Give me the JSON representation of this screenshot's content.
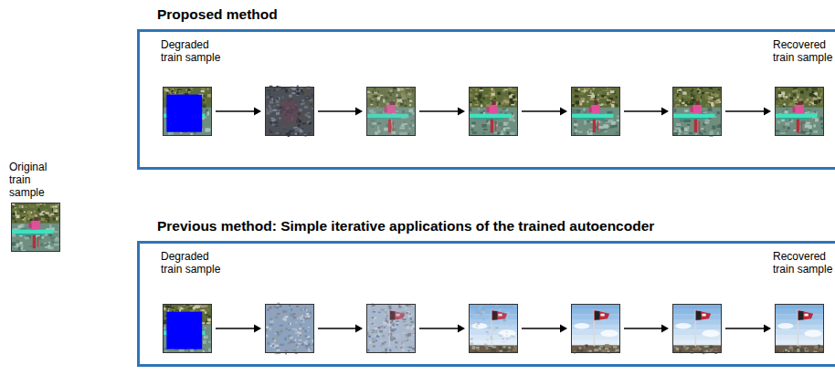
{
  "diagram": {
    "nodes": [
      {
        "text": [
          "Original train sample"
        ]
      },
      {
        "text": [
          "Proposed method"
        ]
      },
      {
        "text": [
          "Degraded train sample"
        ],
        "in": 1
      },
      {
        "text": [
          "Recovered train sample"
        ],
        "in": 1
      },
      {
        "text": [
          "Previous method: Simple iterative applications of the trained autoencoder"
        ]
      },
      {
        "text": [
          "Degraded train sample"
        ],
        "in": 4
      },
      {
        "text": [
          "Recovered train sample"
        ],
        "in": 4
      }
    ]
  }
}
